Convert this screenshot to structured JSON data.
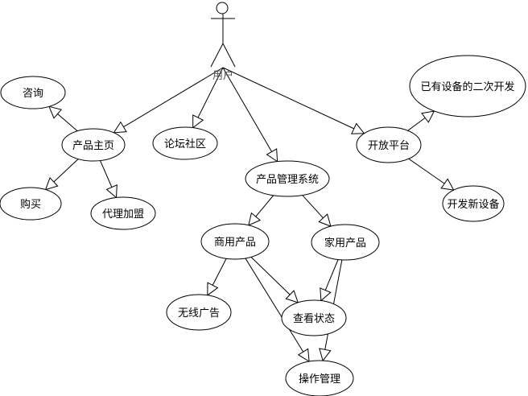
{
  "actor": {
    "id": "user",
    "label": "用户"
  },
  "use_cases": [
    {
      "id": "consult",
      "label": "咨询"
    },
    {
      "id": "home",
      "label": "产品主页"
    },
    {
      "id": "forum",
      "label": "论坛社区"
    },
    {
      "id": "buy",
      "label": "购买"
    },
    {
      "id": "agent",
      "label": "代理加盟"
    },
    {
      "id": "pms",
      "label": "产品管理系统"
    },
    {
      "id": "open",
      "label": "开放平台"
    },
    {
      "id": "redev",
      "label": "已有设备的二次开发"
    },
    {
      "id": "newdev",
      "label": "开发新设备"
    },
    {
      "id": "commercial",
      "label": "商用产品"
    },
    {
      "id": "household",
      "label": "家用产品"
    },
    {
      "id": "wireless",
      "label": "无线广告"
    },
    {
      "id": "status",
      "label": "查看状态"
    },
    {
      "id": "operate",
      "label": "操作管理"
    }
  ],
  "edges": [
    [
      "user",
      "home"
    ],
    [
      "user",
      "forum"
    ],
    [
      "user",
      "pms"
    ],
    [
      "user",
      "open"
    ],
    [
      "home",
      "consult"
    ],
    [
      "home",
      "buy"
    ],
    [
      "home",
      "agent"
    ],
    [
      "open",
      "redev"
    ],
    [
      "open",
      "newdev"
    ],
    [
      "pms",
      "commercial"
    ],
    [
      "pms",
      "household"
    ],
    [
      "commercial",
      "wireless"
    ],
    [
      "commercial",
      "status"
    ],
    [
      "commercial",
      "operate"
    ],
    [
      "household",
      "status"
    ],
    [
      "household",
      "operate"
    ]
  ]
}
